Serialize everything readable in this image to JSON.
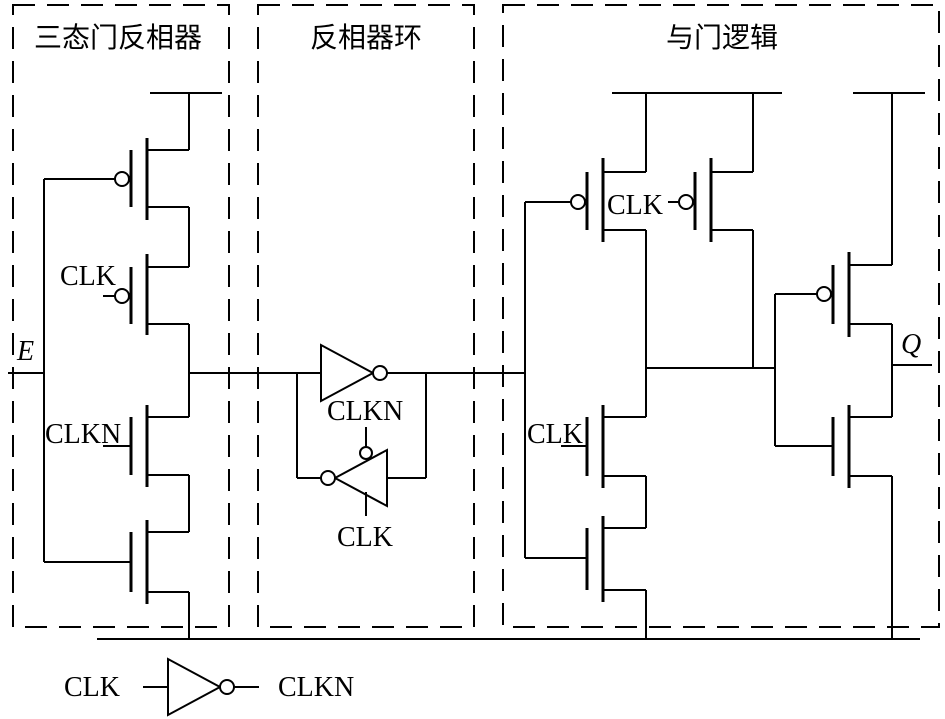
{
  "sections": {
    "tristate": "三态门反相器",
    "ring": "反相器环",
    "and_logic": "与门逻辑"
  },
  "signals": {
    "E": "E",
    "Q": "Q",
    "CLK": "CLK",
    "CLKN": "CLKN"
  },
  "legend": {
    "input": "CLK",
    "output": "CLKN"
  }
}
